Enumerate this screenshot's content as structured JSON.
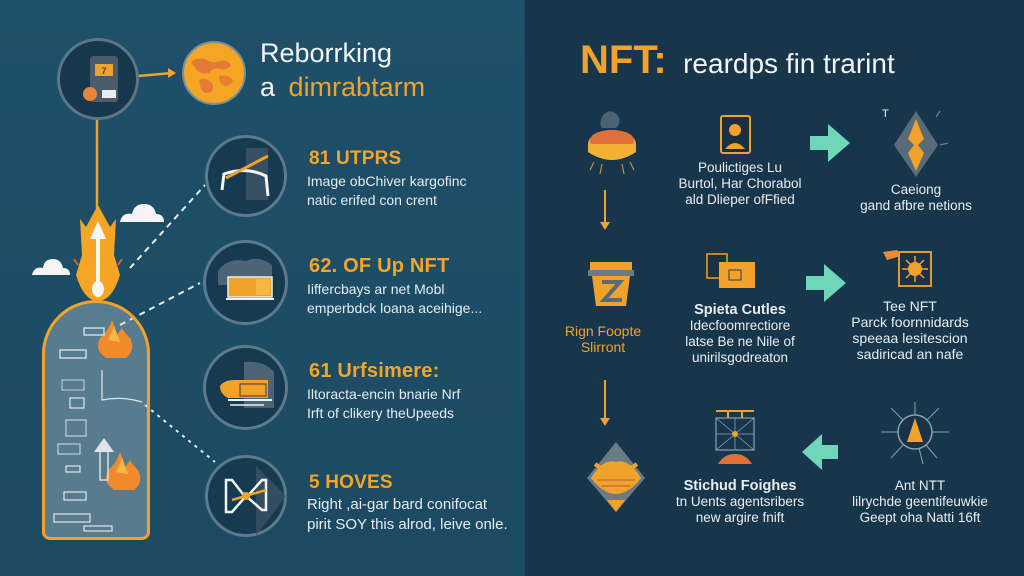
{
  "left": {
    "title": {
      "line1": "Reborrking",
      "line2_prefix": "a",
      "line2_accent": "dimrabtarm"
    },
    "start_icon": "token-card-icon",
    "globe_icon": "globe-icon",
    "steps": [
      {
        "head": "81 UTPRS",
        "body1": "Image obChiver kargofinc",
        "body2": "natic erifed con crent",
        "icon": "bridge-icon"
      },
      {
        "head": "62. OF Up NFT",
        "body1": "Iiffercbays ar net Mobl",
        "body2": "emperbdck loana aceihige...",
        "icon": "building-icon"
      },
      {
        "head": "61 Urfsimere:",
        "body1": "Iltoracta-encin bnarie Nrf",
        "body2": "Irft of clikery theUpeeds",
        "icon": "ship-icon"
      },
      {
        "head": "5 HOVES",
        "body1": "Right ,ai-gar bard conifocat",
        "body2": "pirit SOY this alrod, leive onle.",
        "icon": "hourglass-icon"
      }
    ],
    "rocket_icon": "rocket-icon",
    "bottle_icon": "bottle-container-icon"
  },
  "right": {
    "title": {
      "accent": "NFT:",
      "rest": "reardps fin trarint"
    },
    "nodes": [
      {
        "id": "n1",
        "title": "",
        "lines": [],
        "icon": "bowl-icon"
      },
      {
        "id": "n2",
        "title": "",
        "lines": [
          "Poulictiges Lu",
          "Burtol, Har Chorabol",
          "ald Dlieper ofFfied"
        ],
        "icon": "portrait-card-icon"
      },
      {
        "id": "n3",
        "title": "",
        "lines": [
          "Caeiong",
          "gand afbre netions"
        ],
        "icon": "diamond-icon"
      },
      {
        "id": "n4",
        "title": "",
        "lines": [
          "Rign Foopte",
          "Slirront"
        ],
        "icon": "basket-icon",
        "accent_text": true
      },
      {
        "id": "n5",
        "title": "Spieta Cutles",
        "lines": [
          "Idecfoomrectiore",
          "latse Be ne Nile of",
          "unirilsgodreaton"
        ],
        "icon": "cards-icon"
      },
      {
        "id": "n6",
        "title": "Tee NFT",
        "lines": [
          "Parck foornnidards",
          "speeaa lesitescion",
          "sadiricad an nafe"
        ],
        "icon": "framed-sun-icon"
      },
      {
        "id": "n7",
        "title": "",
        "lines": [],
        "icon": "emblem-icon"
      },
      {
        "id": "n8",
        "title": "Stichud Foighes",
        "lines": [
          "tn Uents agentsribers",
          "new argire fnift"
        ],
        "icon": "frame-tower-icon"
      },
      {
        "id": "n9",
        "title": "Ant NTT",
        "lines": [
          "lilrychde geentifeuwkie",
          "Geept oha Natti 16ft"
        ],
        "icon": "compass-burst-icon"
      }
    ],
    "arrows": [
      "arrow-right",
      "arrow-right",
      "arrow-left"
    ]
  },
  "colors": {
    "left_bg": "#1e4e67",
    "right_bg": "#17364c",
    "accent_orange": "#f0a22a",
    "arrow_mint": "#6fd6b9",
    "text_light": "#eef2f4"
  }
}
